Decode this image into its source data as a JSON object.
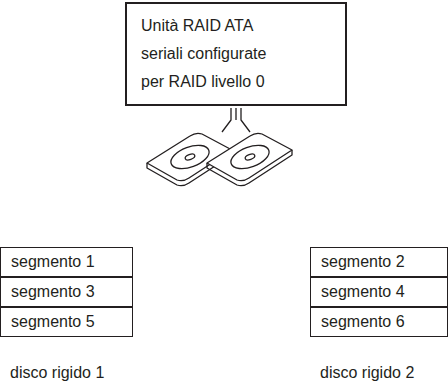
{
  "diagram": {
    "nodes": [
      {
        "text": [
          "Unità RAID ATA seriali configurate per RAID livello 0"
        ]
      }
    ],
    "labels": [
      "segmento 1",
      "segmento 2",
      "segmento 3",
      "segmento 4",
      "segmento 5",
      "segmento 6",
      "disco rigido 1",
      "disco rigido 2"
    ]
  }
}
